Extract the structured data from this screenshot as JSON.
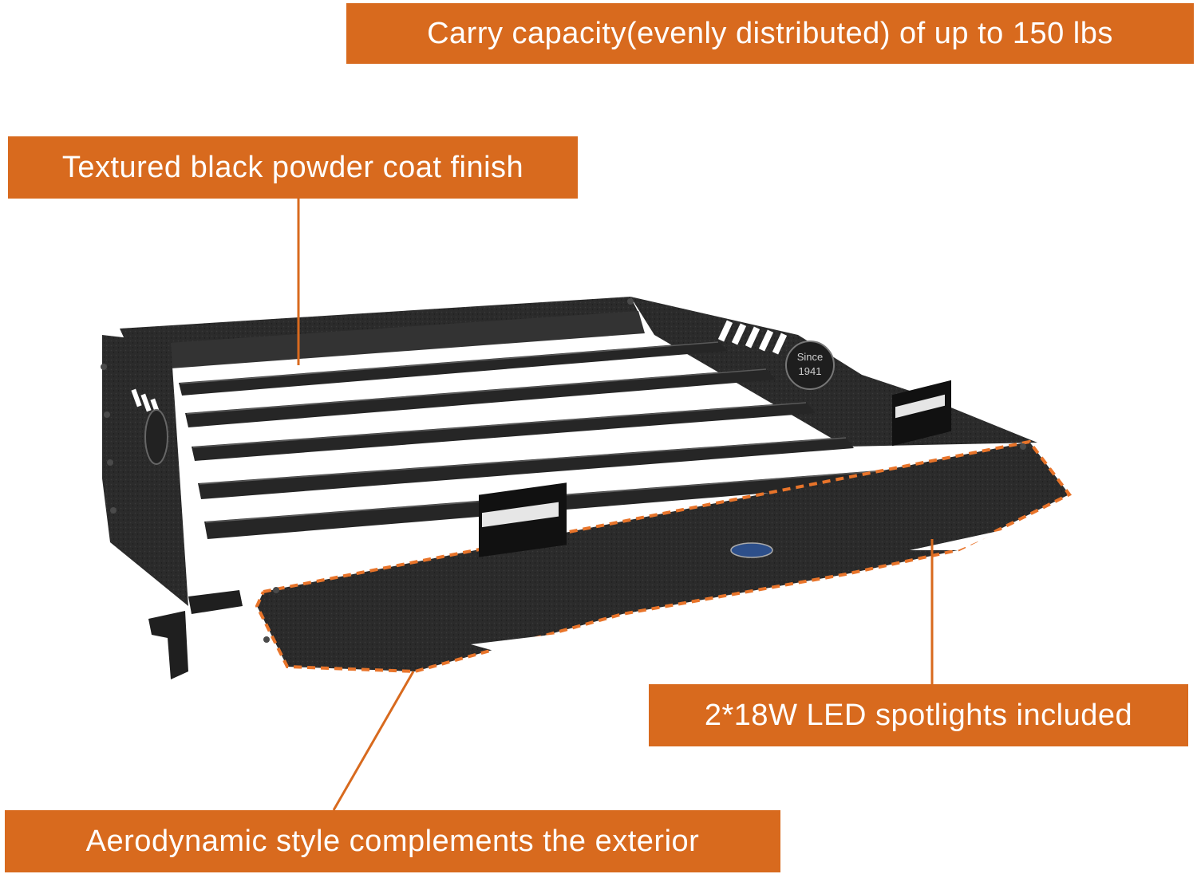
{
  "callouts": {
    "capacity": "Carry capacity(evenly distributed) of up to 150 lbs",
    "finish": "Textured black powder coat finish",
    "led": "2*18W LED spotlights included",
    "aero": "Aerodynamic style complements the exterior"
  },
  "product": {
    "emblem_text": "Since 1941",
    "emblem_top": "Since",
    "emblem_bottom": "1941"
  },
  "colors": {
    "accent": "#d86a1e",
    "metal": "#2a2a2a",
    "metal_dark": "#151515",
    "background": "#ffffff"
  }
}
